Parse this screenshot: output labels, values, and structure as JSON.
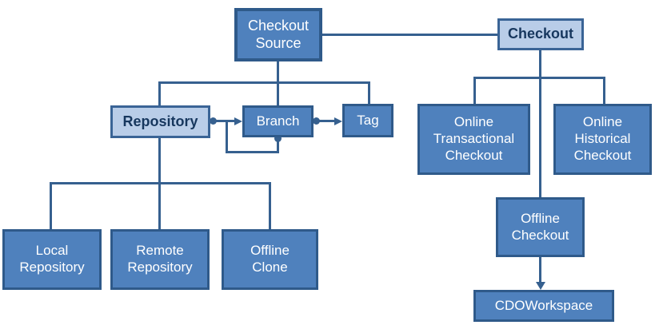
{
  "diagram": {
    "nodes": {
      "checkout_source": {
        "label": "Checkout\nSource"
      },
      "checkout": {
        "label": "Checkout"
      },
      "repository": {
        "label": "Repository"
      },
      "branch": {
        "label": "Branch"
      },
      "tag": {
        "label": "Tag"
      },
      "online_transactional_checkout": {
        "label": "Online\nTransactional\nCheckout"
      },
      "online_historical_checkout": {
        "label": "Online\nHistorical\nCheckout"
      },
      "offline_checkout": {
        "label": "Offline\nCheckout"
      },
      "cdo_workspace": {
        "label": "CDOWorkspace"
      },
      "local_repository": {
        "label": "Local\nRepository"
      },
      "remote_repository": {
        "label": "Remote\nRepository"
      },
      "offline_clone": {
        "label": "Offline\nClone"
      }
    },
    "edges": [
      {
        "from": "Checkout Source",
        "to": "Checkout",
        "style": "line"
      },
      {
        "from": "Checkout Source",
        "to": "Repository",
        "style": "tree"
      },
      {
        "from": "Checkout Source",
        "to": "Branch",
        "style": "tree"
      },
      {
        "from": "Checkout Source",
        "to": "Tag",
        "style": "tree"
      },
      {
        "from": "Repository",
        "to": "Branch",
        "style": "dot-arrow"
      },
      {
        "from": "Branch",
        "to": "Branch",
        "style": "dot-arrow-self-loop"
      },
      {
        "from": "Branch",
        "to": "Tag",
        "style": "dot-arrow"
      },
      {
        "from": "Repository",
        "to": "Local Repository",
        "style": "tree"
      },
      {
        "from": "Repository",
        "to": "Remote Repository",
        "style": "tree"
      },
      {
        "from": "Repository",
        "to": "Offline Clone",
        "style": "tree"
      },
      {
        "from": "Checkout",
        "to": "Online Transactional Checkout",
        "style": "tree"
      },
      {
        "from": "Checkout",
        "to": "Online Historical Checkout",
        "style": "tree"
      },
      {
        "from": "Checkout",
        "to": "Offline Checkout",
        "style": "tree"
      },
      {
        "from": "Offline Checkout",
        "to": "CDOWorkspace",
        "style": "arrow"
      }
    ],
    "colors": {
      "node_fill": "#4f81bd",
      "node_border": "#2f5a8a",
      "node_text": "#ffffff",
      "highlight_fill": "#b9cde8",
      "highlight_text": "#17375e",
      "connector": "#36608f",
      "background": "#ffffff"
    }
  }
}
